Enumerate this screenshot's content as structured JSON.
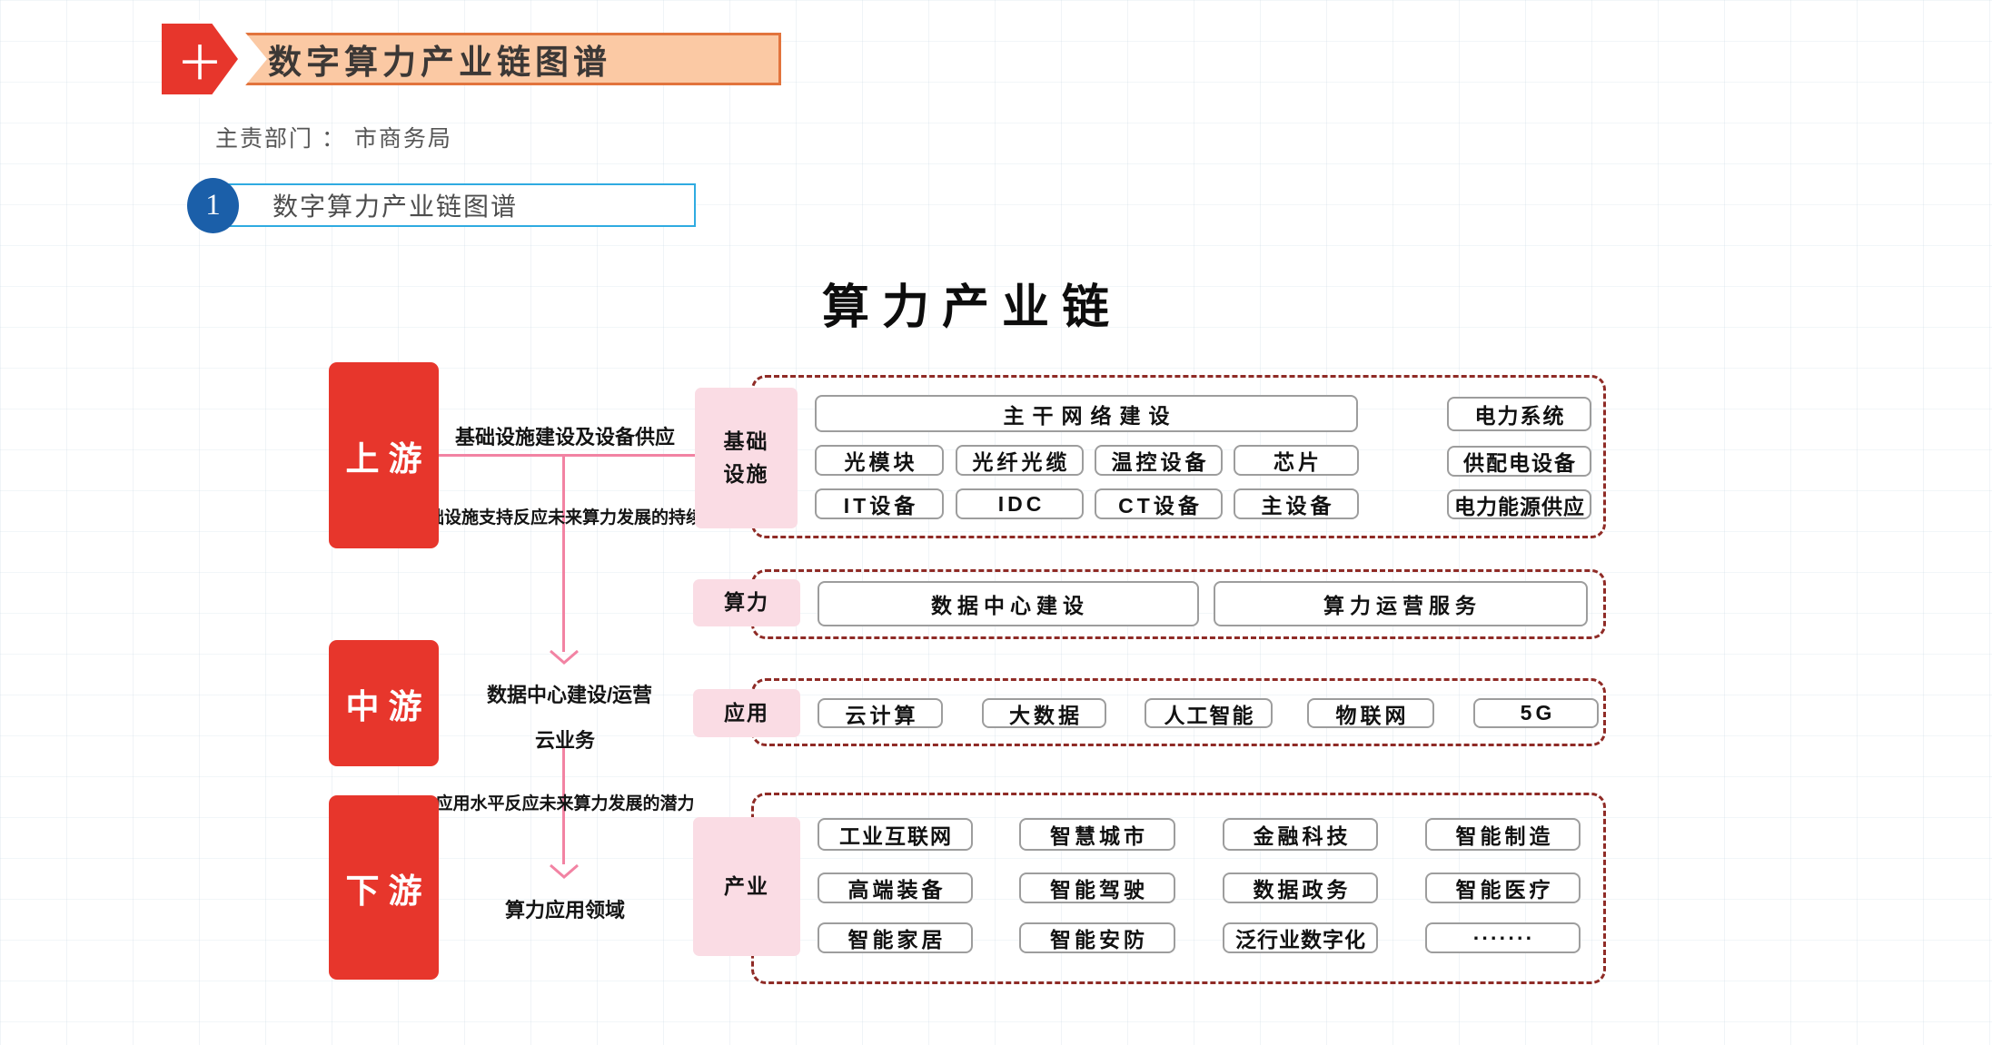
{
  "colors": {
    "stage_red": "#e7362c",
    "banner_fill": "#fbc9a4",
    "banner_border": "#e2743d",
    "pink_label": "#fadce4",
    "pink_line": "#f283a3",
    "dashed_border": "#8f2b26",
    "blue_circle": "#1b5fa9",
    "blue_box_border": "#2fabe1",
    "white_box_border": "#9d9d9d"
  },
  "header": {
    "icon": "＋",
    "title": "数字算力产业链图谱"
  },
  "dept_line": "主责部门 ： 市商务局",
  "list_item": {
    "number": "1",
    "label": "数字算力产业链图谱"
  },
  "diagram": {
    "title": "算力产业链",
    "stages": {
      "up": "上游",
      "mid": "中游",
      "down": "下游"
    },
    "connectors": {
      "top_label": "基础设施建设及设备供应",
      "top_sub": "基础设施支持反应未来算力发展的持续性",
      "mid_label1": "数据中心建设/运营",
      "mid_label2": "云业务",
      "mid_sub": "应用水平反应未来算力发展的潜力",
      "down_label": "算力应用领域"
    },
    "infra": {
      "label": "基础\n设施",
      "backbone": "主干网络建设",
      "row2": [
        "光模块",
        "光纤光缆",
        "温控设备",
        "芯片"
      ],
      "row3": [
        "IT设备",
        "IDC",
        "CT设备",
        "主设备"
      ],
      "power": [
        "电力系统",
        "供配电设备",
        "电力能源供应"
      ]
    },
    "computing": {
      "label": "算力",
      "items": [
        "数据中心建设",
        "算力运营服务"
      ]
    },
    "application": {
      "label": "应用",
      "items": [
        "云计算",
        "大数据",
        "人工智能",
        "物联网",
        "5G"
      ]
    },
    "industry": {
      "label": "产业",
      "rows": [
        [
          "工业互联网",
          "智慧城市",
          "金融科技",
          "智能制造"
        ],
        [
          "高端装备",
          "智能驾驶",
          "数据政务",
          "智能医疗"
        ],
        [
          "智能家居",
          "智能安防",
          "泛行业数字化",
          "·······"
        ]
      ]
    }
  }
}
